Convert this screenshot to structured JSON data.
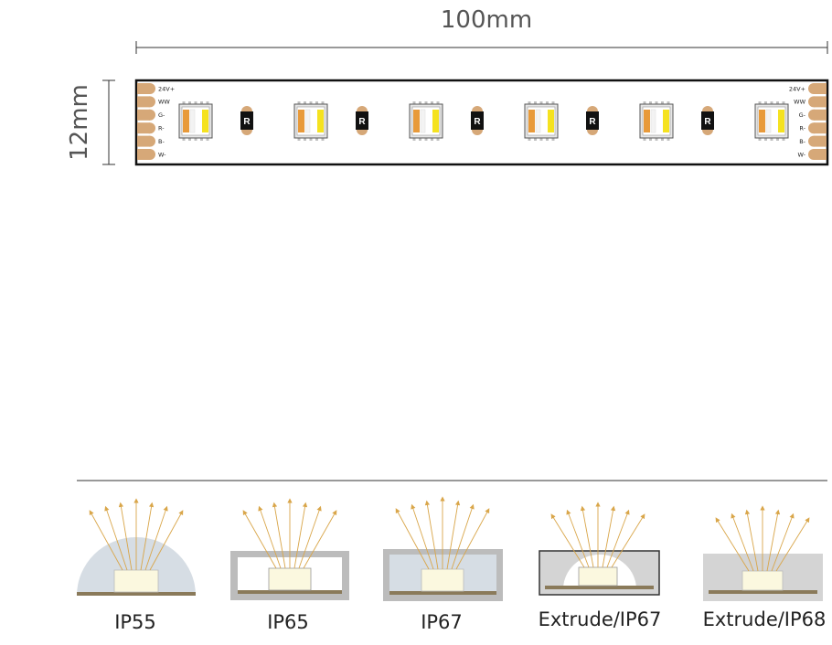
{
  "dimensions": {
    "length_label": "100mm",
    "width_label": "12mm"
  },
  "strip": {
    "left_pads": [
      "24V+",
      "WW",
      "G-",
      "R-",
      "B-",
      "W-"
    ],
    "right_pads": [
      "24V+",
      "WW",
      "G-",
      "R-",
      "B-",
      "W-"
    ],
    "led_count": 6,
    "resistor_count": 5,
    "resistor_label": "R",
    "colors": {
      "board": "#ffffff",
      "border": "#111111",
      "pad": "#d6a878",
      "led_orange": "#e89a3a",
      "led_yellow": "#f5e21f",
      "resistor_body": "#111111"
    }
  },
  "ip_types": [
    {
      "label": "IP55"
    },
    {
      "label": "IP65"
    },
    {
      "label": "IP67"
    },
    {
      "label": "Extrude/IP67"
    },
    {
      "label": "Extrude/IP68"
    }
  ]
}
